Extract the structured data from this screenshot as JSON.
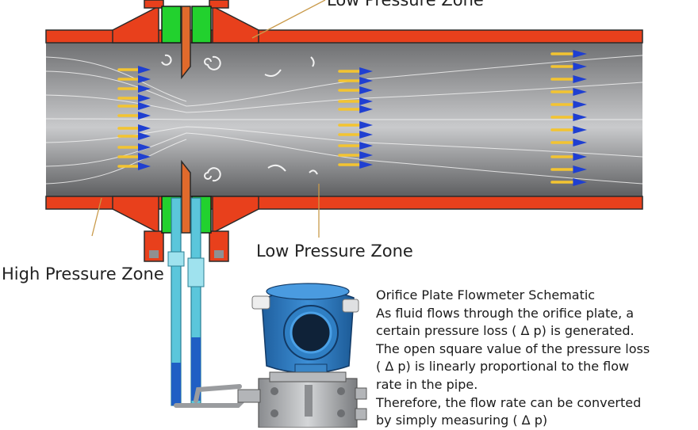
{
  "labels": {
    "top_zone": "Low Pressure Zone",
    "low_zone": "Low Pressure Zone",
    "high_zone": "High Pressure Zone"
  },
  "description": {
    "title": "Orifice Plate Flowmeter Schematic",
    "lines": [
      "As fluid flows through the orifice plate, a",
      "certain pressure loss ( Δ p) is generated.",
      "The open square value of the pressure loss",
      " ( Δ p) is linearly proportional to the flow",
      "rate in the pipe.",
      "Therefore, the flow rate can be converted",
      "by simply measuring ( Δ p)"
    ]
  },
  "colors": {
    "pipe_wall": "#e8401c",
    "pipe_interior": "#8f9092",
    "flange_seal": "#22d12e",
    "orifice_plate": "#e06a2c",
    "arrow_blue": "#1f3fd1",
    "arrow_yellow": "#f3c431",
    "manometer_fluid": "#5bc6db",
    "transmitter_blue": "#2f7fc4"
  }
}
